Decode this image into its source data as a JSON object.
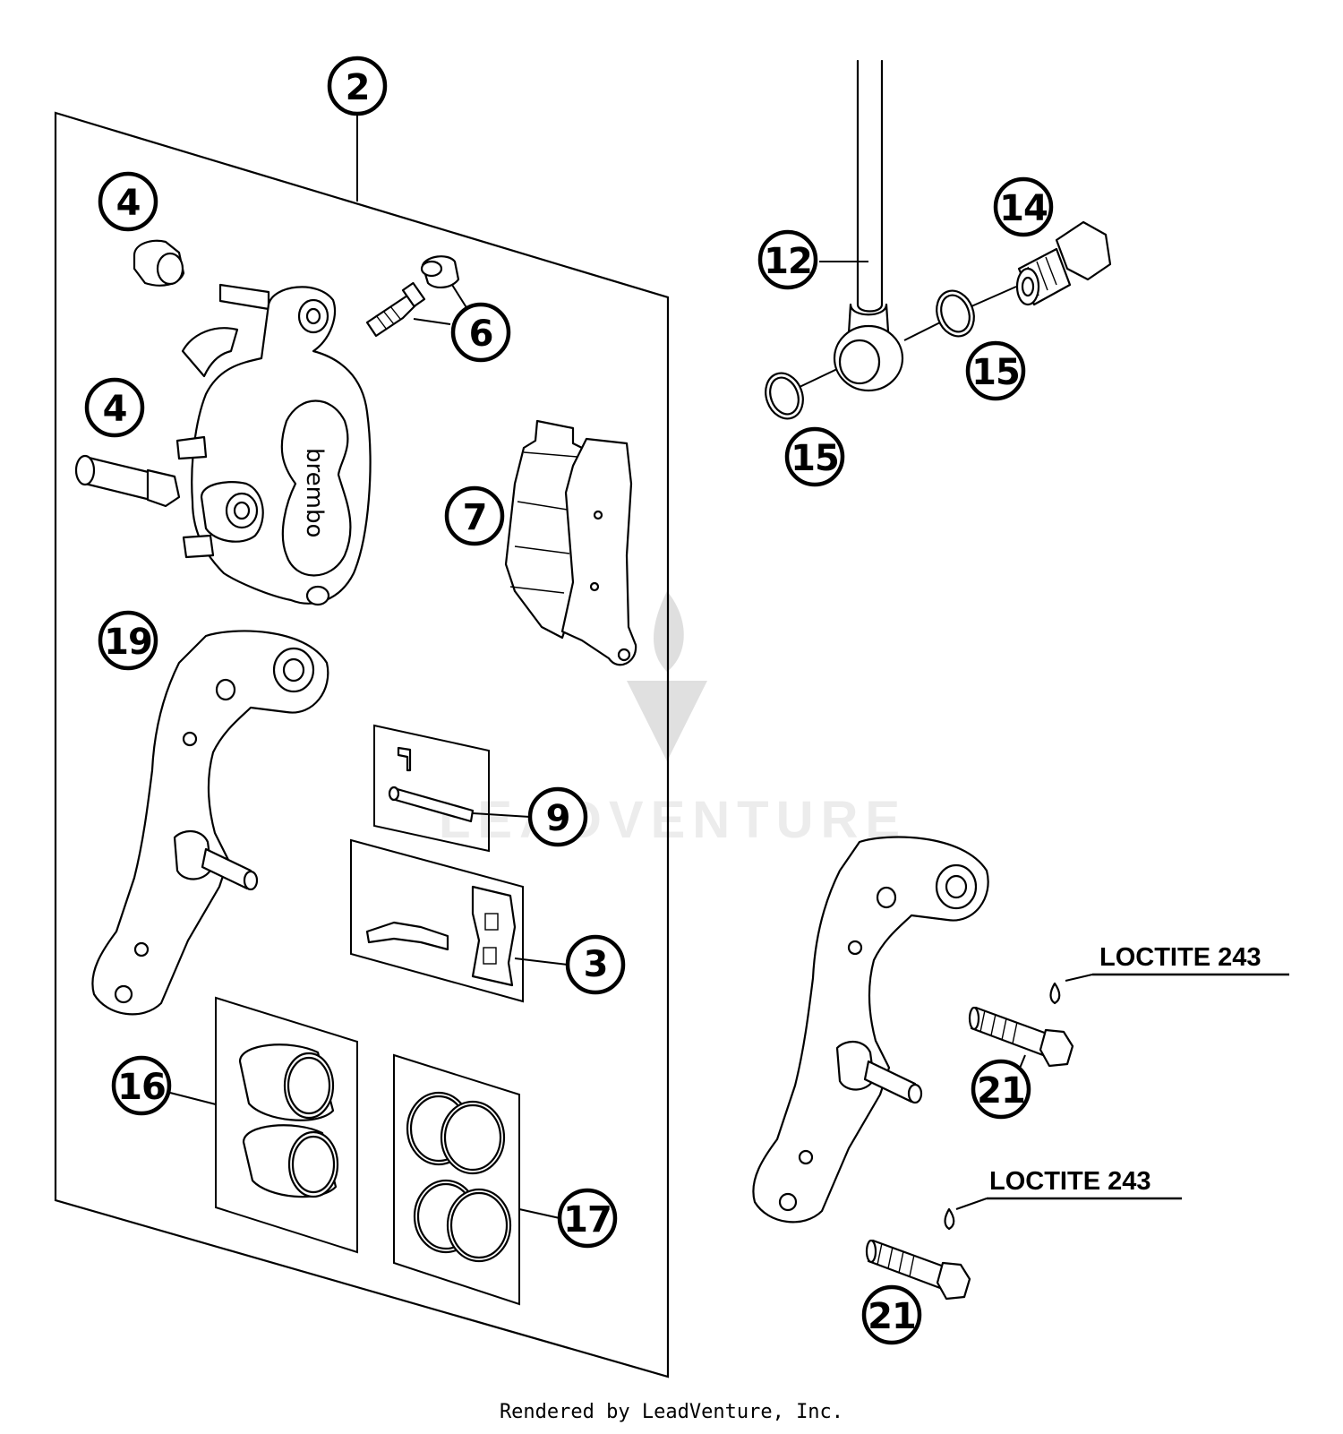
{
  "diagram": {
    "watermark": "LEADVENTURE",
    "footer": "Rendered by LeadVenture, Inc.",
    "callouts": {
      "c2": "2",
      "c4a": "4",
      "c4b": "4",
      "c6": "6",
      "c7": "7",
      "c19": "19",
      "c9": "9",
      "c3": "3",
      "c16": "16",
      "c17": "17",
      "c12": "12",
      "c14": "14",
      "c15a": "15",
      "c15b": "15",
      "c21a": "21",
      "c21b": "21"
    },
    "notes": {
      "loctite_a": "LOCTITE 243",
      "loctite_b": "LOCTITE 243"
    },
    "caliper_brand": "brembo"
  }
}
